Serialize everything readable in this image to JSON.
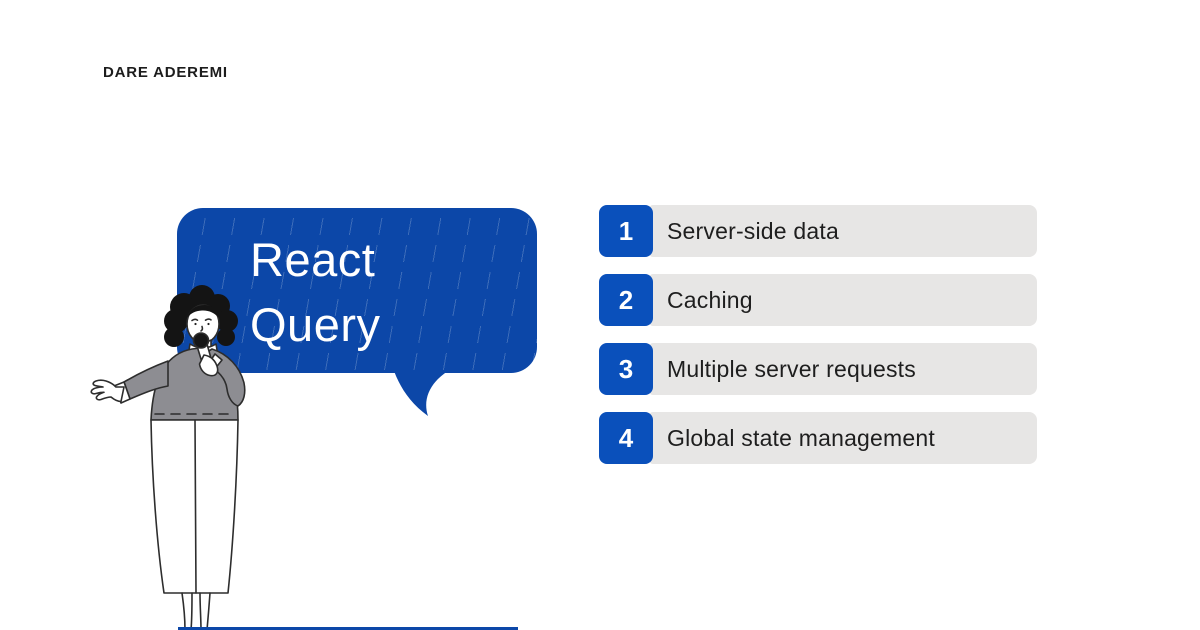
{
  "author": {
    "name": "DARE ADEREMI"
  },
  "speech_bubble": {
    "line1": "React",
    "line2": "Query"
  },
  "illustration": {
    "name": "woman-presenting-with-microphone"
  },
  "list": {
    "items": [
      {
        "number": "1",
        "label": "Server-side data"
      },
      {
        "number": "2",
        "label": "Caching"
      },
      {
        "number": "3",
        "label": "Multiple server requests"
      },
      {
        "number": "4",
        "label": "Global state management"
      }
    ]
  },
  "theme": {
    "bubble_blue": "#0c47a8",
    "badge_blue": "#0a50bb",
    "bar_gray": "#e7e6e5",
    "text_dark": "#1e1e1e",
    "bg": "#ffffff"
  }
}
